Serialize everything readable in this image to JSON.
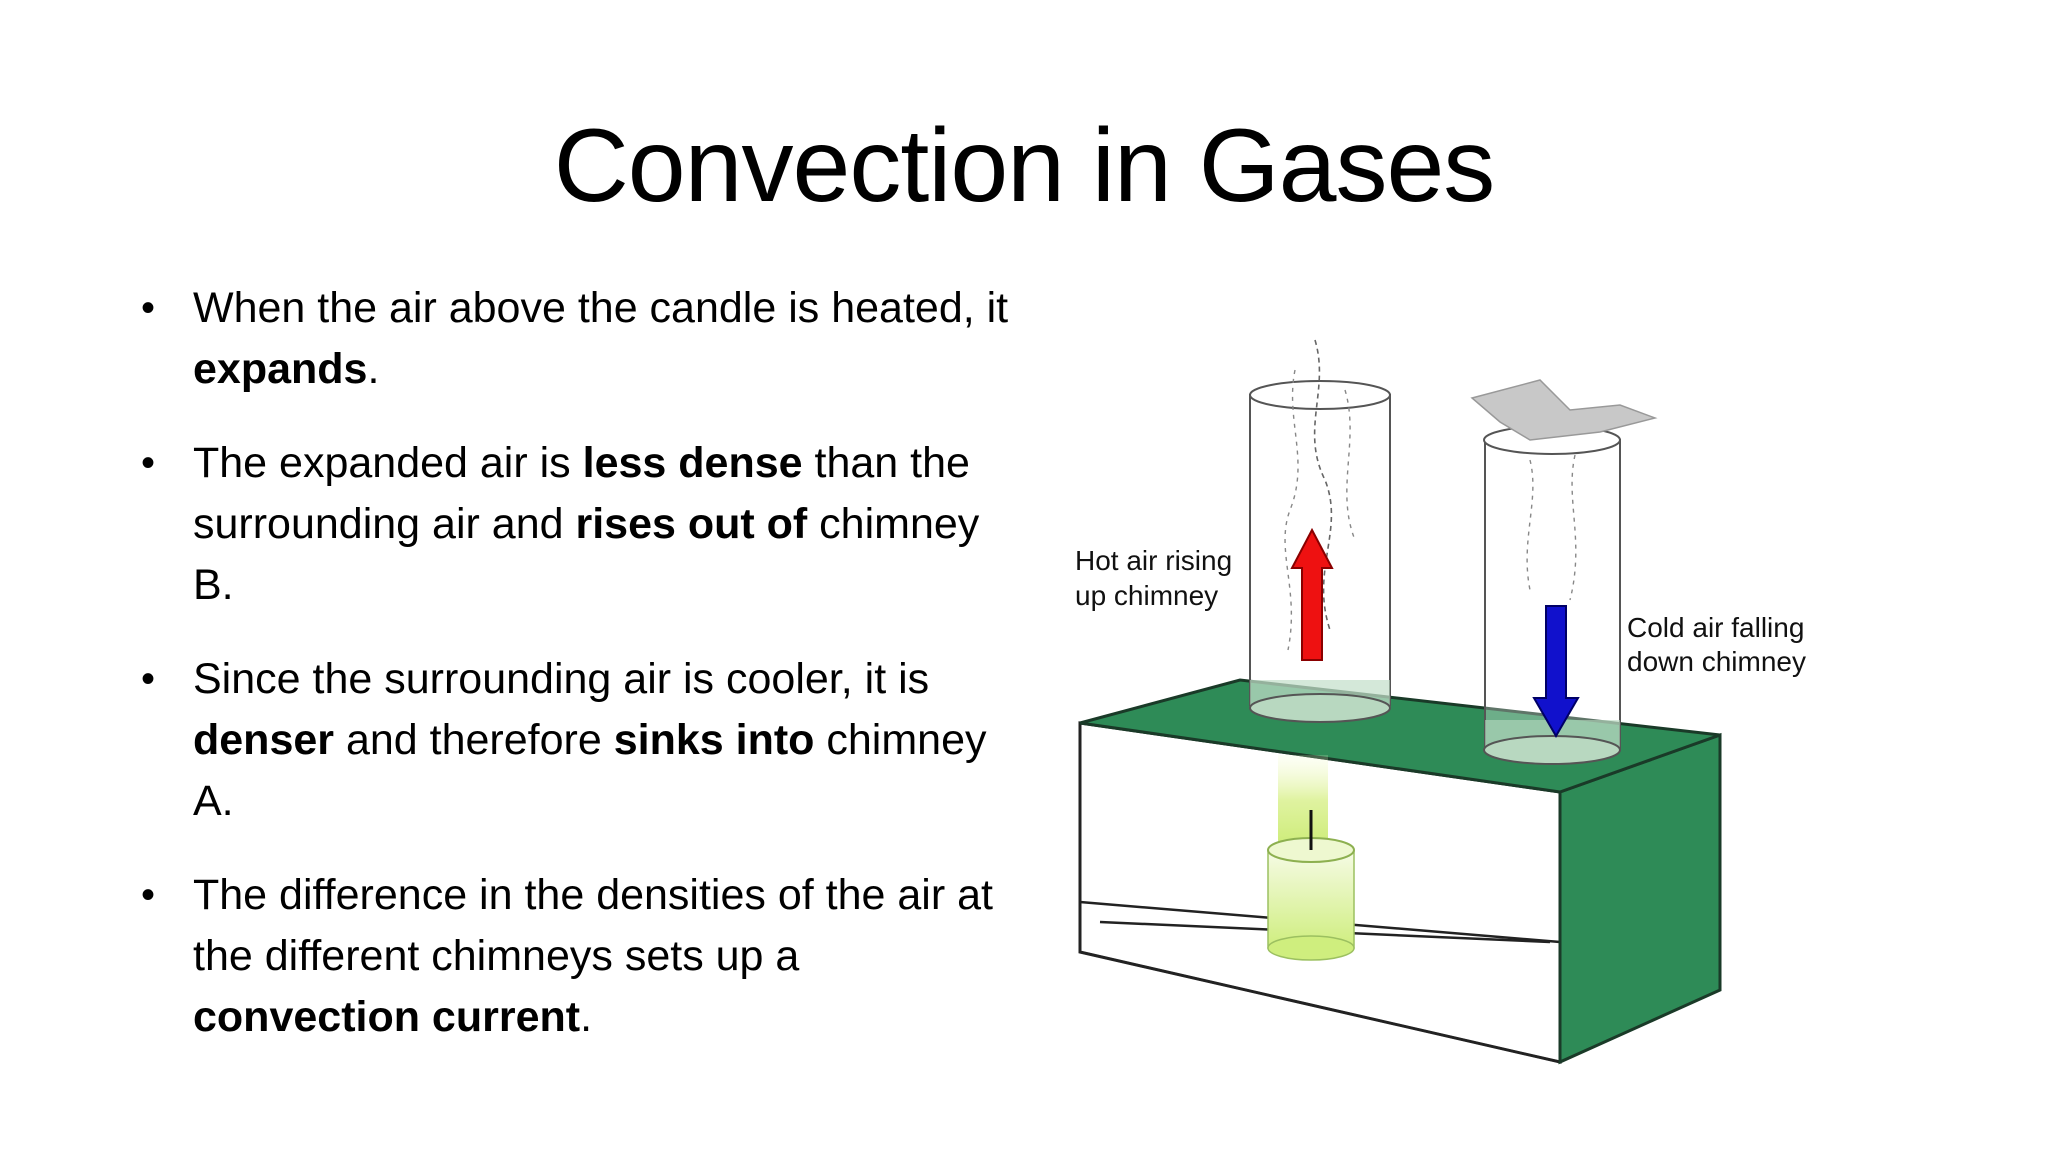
{
  "slide": {
    "title": "Convection in Gases"
  },
  "bullets": [
    {
      "parts": [
        {
          "text": "When the air above the candle is heated, it ",
          "bold": false
        },
        {
          "text": "expands",
          "bold": true
        },
        {
          "text": ".",
          "bold": false
        }
      ]
    },
    {
      "parts": [
        {
          "text": "The expanded air is ",
          "bold": false
        },
        {
          "text": "less dense",
          "bold": true
        },
        {
          "text": " than the surrounding air and ",
          "bold": false
        },
        {
          "text": "rises out of",
          "bold": true
        },
        {
          "text": " chimney B.",
          "bold": false
        }
      ]
    },
    {
      "parts": [
        {
          "text": "Since the surrounding air is cooler, it is ",
          "bold": false
        },
        {
          "text": "denser",
          "bold": true
        },
        {
          "text": " and therefore ",
          "bold": false
        },
        {
          "text": "sinks into",
          "bold": true
        },
        {
          "text": " chimney A.",
          "bold": false
        }
      ]
    },
    {
      "parts": [
        {
          "text": "The difference in the densities of the air at the different chimneys sets up a ",
          "bold": false
        },
        {
          "text": "convection current",
          "bold": true
        },
        {
          "text": ".",
          "bold": false
        }
      ]
    }
  ],
  "diagram": {
    "hot_label_line1": "Hot air rising",
    "hot_label_line2": "up chimney",
    "cold_label_line1": "Cold air falling",
    "cold_label_line2": "down chimney",
    "colors": {
      "box_top": "#2e8b57",
      "box_side": "#2e8b57",
      "hot_arrow": "#ee1111",
      "cold_arrow": "#1111cc",
      "candle_glow": "#d8f08a",
      "paper": "#c8c8c8"
    }
  }
}
